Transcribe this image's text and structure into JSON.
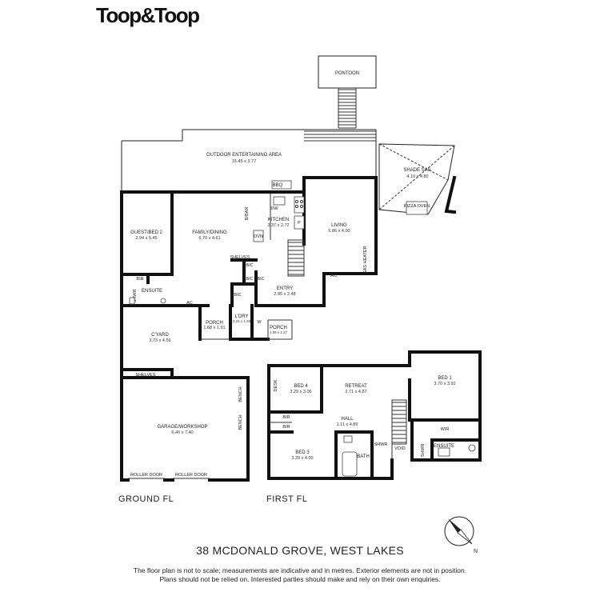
{
  "brand": {
    "name": "Toop&Toop"
  },
  "rooms": {
    "pontoon": {
      "name": "PONTOON"
    },
    "outdoor": {
      "name": "OUTDOOR ENTERTAINING AREA",
      "dim": "15.45 x 3.77"
    },
    "shade_sail": {
      "name": "SHADE SAIL",
      "dim": "4.10 x 4.80"
    },
    "pizza_oven": {
      "name": "PIZZA OVEN"
    },
    "bbq": {
      "name": "BBQ"
    },
    "guest_bed2": {
      "name": "GUEST/BED 2",
      "dim": "2.94 x 5.45"
    },
    "family_dining": {
      "name": "FAMILY/DINING",
      "dim": "6.70 x 4.61"
    },
    "kitchen": {
      "name": "KITCHEN",
      "dim": "3.37 x 2.72"
    },
    "living": {
      "name": "LIVING",
      "dim": "5.86 x 4.00"
    },
    "entry": {
      "name": "ENTRY",
      "dim": "2.95 x 2.48"
    },
    "ensuite_gf": {
      "name": "ENSUITE"
    },
    "porch1": {
      "name": "PORCH",
      "dim": "1.68 x 1.91"
    },
    "ldry": {
      "name": "L'DRY",
      "dim": "3.24 x 1.93"
    },
    "porch2": {
      "name": "PORCH",
      "dim": "1.99 x 1.27"
    },
    "cyard": {
      "name": "C'YARD",
      "dim": "3.73 x 4.56"
    },
    "garage": {
      "name": "GARAGE/WORKSHOP",
      "dim": "6.40 x 7.40"
    },
    "bed4": {
      "name": "BED 4",
      "dim": "3.29 x 3.06"
    },
    "retreat": {
      "name": "RETREAT",
      "dim": "2.71 x 4.87"
    },
    "bed1": {
      "name": "BED 1",
      "dim": "3.70 x 3.92"
    },
    "hall": {
      "name": "HALL",
      "dim": "1.11 x 4.89"
    },
    "bed3": {
      "name": "BED 3",
      "dim": "3.29 x 4.00"
    },
    "bath": {
      "name": "BATH"
    },
    "ensuite_ff": {
      "name": "ENSUITE"
    }
  },
  "fixtures": {
    "bir": "BIR",
    "shwr": "SHWR",
    "ac": "AC",
    "bic": "BIC",
    "dw": "DW",
    "p": "P",
    "ovn": "OVN",
    "w": "W",
    "bbar": "B/BAR",
    "shelves": "SHELVES",
    "gas_heater": "GAS HEATER",
    "bench": "BENCH",
    "roller_door": "ROLLER DOOR",
    "desk": "DESK",
    "wir": "WIR",
    "void": "VOID"
  },
  "floors": {
    "ground": "GROUND FL",
    "first": "FIRST FL"
  },
  "address": "38 MCDONALD GROVE, WEST LAKES",
  "disclaimer": {
    "line1": "The floor plan is not to scale; measurements are indicative and in metres. Exterior elements are not in position.",
    "line2": "Plans should not be relied on. Interested parties should make and rely on their own enquiries."
  },
  "compass": {
    "label": "N"
  }
}
